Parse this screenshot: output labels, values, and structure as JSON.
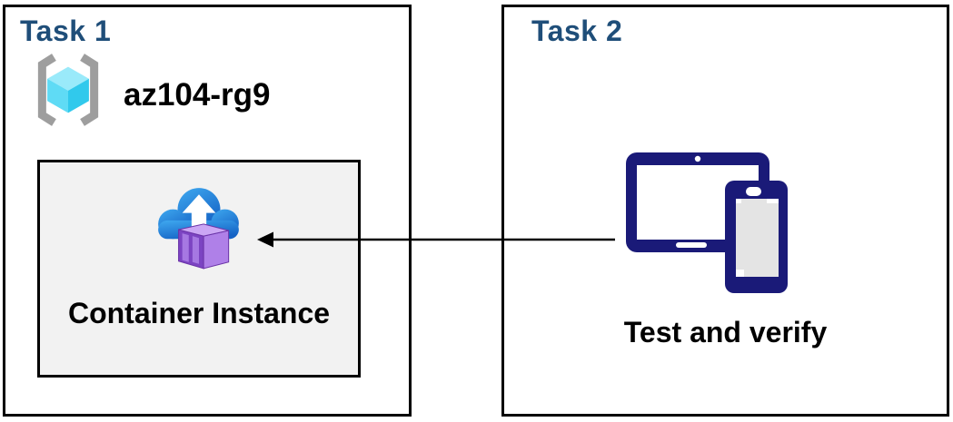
{
  "colors": {
    "heading-blue": "#1F4E79",
    "box-border": "#000000",
    "inner-box-fill": "#F2F2F2",
    "label-black": "#000000",
    "bracket-gray": "#9E9E9E",
    "cube-cyan-top": "#9AEAFA",
    "cube-cyan-left": "#5FDBF5",
    "cube-cyan-right": "#31C9EC",
    "cloud-blue-light": "#3FA9F0",
    "cloud-blue-dark": "#1563C5",
    "container-purple-top": "#CBA7F4",
    "container-purple-front": "#7C44C2",
    "container-purple-side": "#AF80E8",
    "container-purple-door": "#A678E2",
    "container-purple-edge": "#6B34A8",
    "device-navy": "#1A1A78",
    "phone-screen-gray": "#E4E4E4"
  },
  "task1": {
    "title": "Task 1",
    "resource_group_name": "az104-rg9",
    "container_label": "Container Instance"
  },
  "task2": {
    "title": "Task 2",
    "devices_label": "Test and verify"
  }
}
